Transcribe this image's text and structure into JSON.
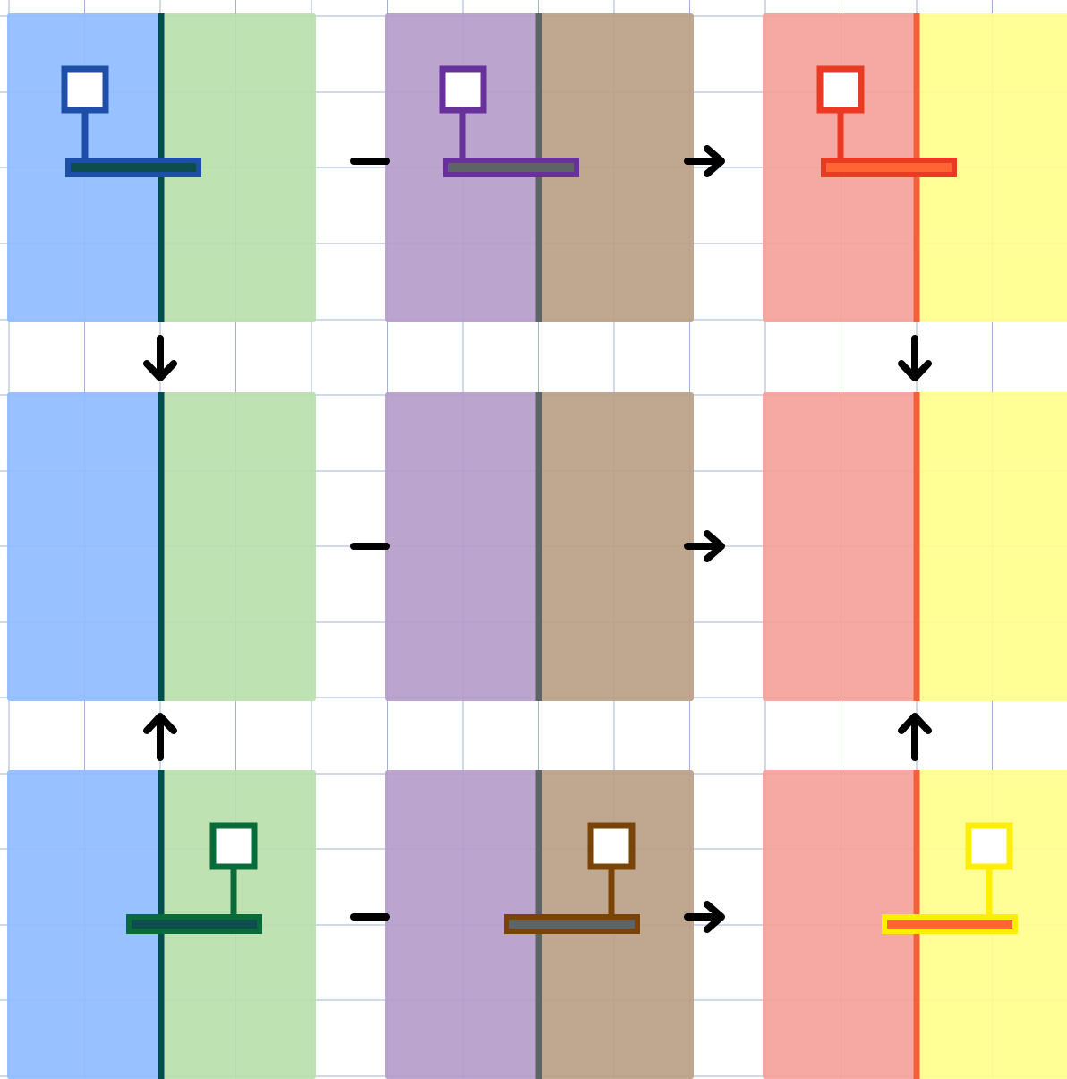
{
  "colors": {
    "blue_half": "#8fbcff",
    "green_half": "#b9e0aa",
    "purple_half": "#b59dca",
    "brown_half": "#bba187",
    "pink_half": "#f5a29a",
    "yellow_half": "#ffff8c",
    "grid_line": "#9fb3d6",
    "teal_divider": "#004d4d",
    "gray_divider": "#5c6466",
    "orange_divider": "#f5603a",
    "arrow": "#000000"
  },
  "panels": [
    {
      "name": "panel-blue-green-top",
      "left": "blue_half",
      "right": "green_half",
      "divider": "teal_divider",
      "row": 0,
      "col": 0
    },
    {
      "name": "panel-purple-brown-top",
      "left": "purple_half",
      "right": "brown_half",
      "divider": "gray_divider",
      "row": 0,
      "col": 1
    },
    {
      "name": "panel-pink-yellow-top",
      "left": "pink_half",
      "right": "yellow_half",
      "divider": "orange_divider",
      "row": 0,
      "col": 2
    },
    {
      "name": "panel-blue-green-middle",
      "left": "blue_half",
      "right": "green_half",
      "divider": "teal_divider",
      "row": 1,
      "col": 0
    },
    {
      "name": "panel-purple-brown-middle",
      "left": "purple_half",
      "right": "brown_half",
      "divider": "gray_divider",
      "row": 1,
      "col": 1
    },
    {
      "name": "panel-pink-yellow-middle",
      "left": "pink_half",
      "right": "yellow_half",
      "divider": "orange_divider",
      "row": 1,
      "col": 2
    },
    {
      "name": "panel-blue-green-bottom",
      "left": "blue_half",
      "right": "green_half",
      "divider": "teal_divider",
      "row": 2,
      "col": 0
    },
    {
      "name": "panel-purple-brown-bottom",
      "left": "purple_half",
      "right": "brown_half",
      "divider": "gray_divider",
      "row": 2,
      "col": 1
    },
    {
      "name": "panel-pink-yellow-bottom",
      "left": "pink_half",
      "right": "yellow_half",
      "divider": "orange_divider",
      "row": 2,
      "col": 2
    }
  ],
  "pieces": [
    {
      "name": "blue-piece",
      "stroke": "#1e4fa8",
      "bar_fill": "#0d4d4d",
      "box_fill": "#ffffff",
      "row": 0,
      "col": 0,
      "side": "left"
    },
    {
      "name": "purple-piece",
      "stroke": "#68309a",
      "bar_fill": "#5c6466",
      "box_fill": "#ffffff",
      "row": 0,
      "col": 1,
      "side": "left"
    },
    {
      "name": "red-piece",
      "stroke": "#ea3a24",
      "bar_fill": "#ff6533",
      "box_fill": "#ffffff",
      "row": 0,
      "col": 2,
      "side": "left"
    },
    {
      "name": "green-piece",
      "stroke": "#0a6b3a",
      "bar_fill": "#0d4d4d",
      "box_fill": "#ffffff",
      "row": 2,
      "col": 0,
      "side": "right"
    },
    {
      "name": "brown-piece",
      "stroke": "#7a4307",
      "bar_fill": "#5c6466",
      "box_fill": "#ffffff",
      "row": 2,
      "col": 1,
      "side": "right"
    },
    {
      "name": "yellow-piece",
      "stroke": "#ffee00",
      "bar_fill": "#ff6533",
      "box_fill": "#ffffff",
      "row": 2,
      "col": 2,
      "side": "right"
    }
  ],
  "operators": [
    {
      "name": "minus-sign-top",
      "symbol": "minus",
      "row": 0,
      "slot": 0
    },
    {
      "name": "right-arrow-top",
      "symbol": "arrow-right",
      "row": 0,
      "slot": 1
    },
    {
      "name": "minus-sign-middle",
      "symbol": "minus",
      "row": 1,
      "slot": 0
    },
    {
      "name": "right-arrow-middle",
      "symbol": "arrow-right",
      "row": 1,
      "slot": 1
    },
    {
      "name": "minus-sign-bottom",
      "symbol": "minus",
      "row": 2,
      "slot": 0
    },
    {
      "name": "right-arrow-bottom",
      "symbol": "arrow-right",
      "row": 2,
      "slot": 1
    },
    {
      "name": "down-arrow-left",
      "symbol": "arrow-down",
      "gap": 0,
      "col": 0
    },
    {
      "name": "down-arrow-right",
      "symbol": "arrow-down",
      "gap": 0,
      "col": 2
    },
    {
      "name": "up-arrow-left",
      "symbol": "arrow-up",
      "gap": 1,
      "col": 0
    },
    {
      "name": "up-arrow-right",
      "symbol": "arrow-up",
      "gap": 1,
      "col": 2
    }
  ]
}
